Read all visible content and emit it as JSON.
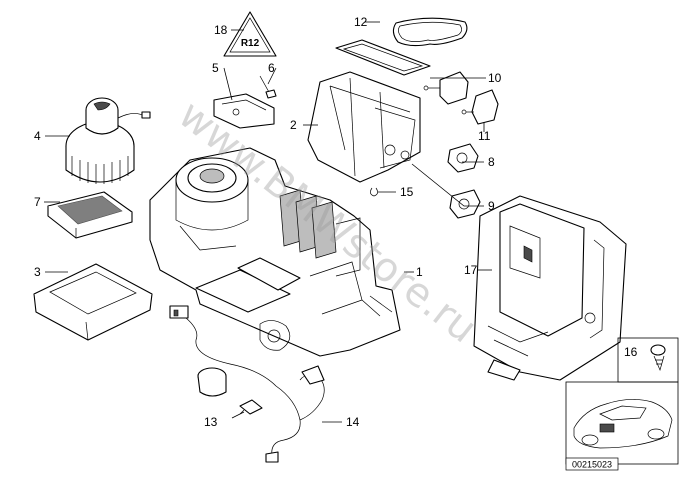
{
  "diagram": {
    "callouts": [
      {
        "id": "c1",
        "label": "1"
      },
      {
        "id": "c2",
        "label": "2"
      },
      {
        "id": "c3",
        "label": "3"
      },
      {
        "id": "c4",
        "label": "4"
      },
      {
        "id": "c5",
        "label": "5"
      },
      {
        "id": "c6",
        "label": "6"
      },
      {
        "id": "c7",
        "label": "7"
      },
      {
        "id": "c8",
        "label": "8"
      },
      {
        "id": "c9",
        "label": "9"
      },
      {
        "id": "c10",
        "label": "10"
      },
      {
        "id": "c11",
        "label": "11"
      },
      {
        "id": "c12",
        "label": "12"
      },
      {
        "id": "c13",
        "label": "13"
      },
      {
        "id": "c14",
        "label": "14"
      },
      {
        "id": "c15",
        "label": "15"
      },
      {
        "id": "c16",
        "label": "16"
      },
      {
        "id": "c17",
        "label": "17"
      },
      {
        "id": "c18",
        "label": "18"
      }
    ],
    "warning_sign_text": "R12",
    "watermark": "www.BMWstore.ru",
    "diagram_number": "00215023"
  }
}
